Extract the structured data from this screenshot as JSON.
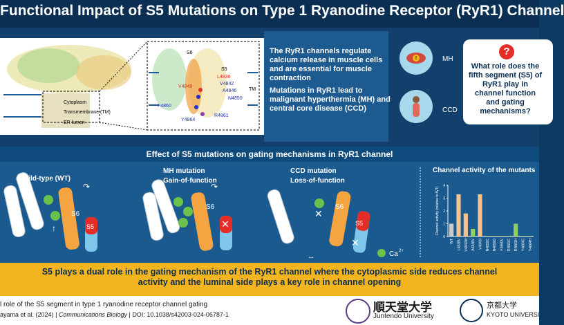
{
  "title": "Functional Impact of S5 Mutations on Type 1 Ryanodine Receptor (RyR1) Channel",
  "structure": {
    "compartments": [
      "Cytoplasm",
      "Transmembrane (TM)",
      "ER lumen"
    ],
    "helices": [
      "S6",
      "S5",
      "TM"
    ],
    "residues": [
      "L4838",
      "V4842",
      "A4846",
      "V4849",
      "N4850",
      "F4860",
      "Y4864",
      "R4861"
    ]
  },
  "intro": {
    "p1": "The RyR1 channels regulate calcium release in muscle cells and are essential for muscle contraction",
    "p2": "Mutations in RyR1 lead to malignant hyperthermia (MH) and central core disease (CCD)"
  },
  "side_labels": {
    "mh": "MH",
    "ccd": "CCD"
  },
  "question": {
    "icon": "?",
    "text": "What role does the fifth segment (S5) of RyR1 play in channel function and gating mechanisms?"
  },
  "effect_title": "Effect of S5 mutations on gating mechanisms in RyR1 channel",
  "panels": {
    "wt": "Wild-type (WT)",
    "mh_title": "MH mutation",
    "mh_sub": "Gain-of-function",
    "ccd_title": "CCD mutation",
    "ccd_sub": "Loss-of-function",
    "s6": "S6",
    "s5": "S5",
    "ca_label": "Ca",
    "ca_sup": "2+"
  },
  "chart_data": {
    "type": "bar",
    "title": "Channel activity of the mutants",
    "ylabel": "Channel activity (relative to WT)",
    "ylim": [
      0,
      4
    ],
    "yticks": [
      "0",
      "1",
      "2",
      "3",
      "4"
    ],
    "categories": [
      "WT",
      "L4838V",
      "V4842M",
      "A4846V",
      "V4849I",
      "N4850C",
      "N4850D",
      "F4860V",
      "R4861C",
      "R4861H",
      "Y4864C",
      "Y4864H"
    ],
    "values": [
      1.0,
      3.3,
      1.8,
      0.6,
      3.3,
      0.05,
      0.05,
      0.05,
      0.05,
      1.0,
      0.05,
      0.05
    ],
    "colors": [
      "#cccccc",
      "#f3c28f",
      "#f3c28f",
      "#8fce62",
      "#f3c28f",
      "#8fce62",
      "#8fce62",
      "#8fce62",
      "#8fce62",
      "#8fce62",
      "#8fce62",
      "#8fce62"
    ]
  },
  "summary": "S5 plays a dual role in the gating mechanism of the RyR1 channel where the cytoplasmic side reduces channel activity and the luminal side plays a key role in channel opening",
  "footer": {
    "line1": "l role of the S5 segment in type 1 ryanodine receptor channel gating",
    "authors": "ayama et al. (2024)",
    "journal": "Communications Biology",
    "doi": "DOI: 10.1038/s42003-024-06787-1",
    "juntendo_jp": "順天堂大学",
    "juntendo_en": "Juntendo University",
    "kyoto_jp": "京都大学",
    "kyoto_en": "KYOTO UNIVERSI"
  },
  "colors": {
    "navy": "#0b2f52",
    "gold": "#f3b51f",
    "orange": "#f5a442",
    "red": "#e52d27",
    "blue": "#7fc7ea",
    "green": "#6cc14a"
  }
}
